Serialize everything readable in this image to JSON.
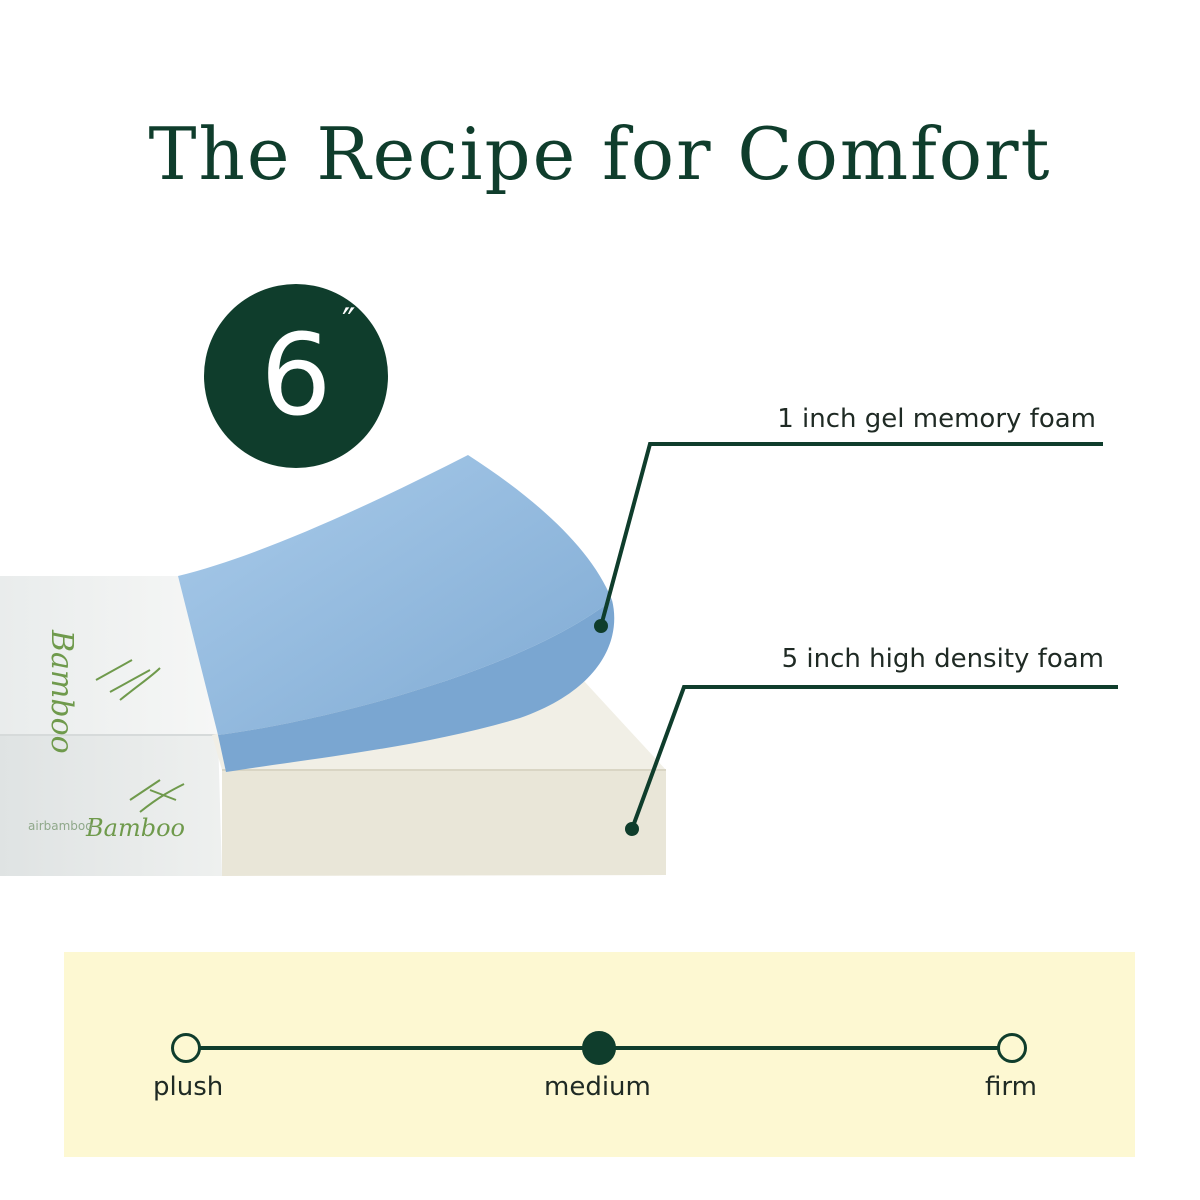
{
  "heading": "The Recipe for Comfort",
  "thickness_badge": {
    "number": "6",
    "unit_mark": "″"
  },
  "layers": [
    {
      "label": "1 inch gel memory foam"
    },
    {
      "label": "5 inch high density foam"
    }
  ],
  "cover_text": {
    "brand": "Bamboo",
    "small": "airbamboo"
  },
  "firmness_scale": {
    "points": [
      "plush",
      "medium",
      "firm"
    ],
    "selected": "medium"
  },
  "colors": {
    "brand_green": "#0f3d2c",
    "gel_foam": "#8fb9de",
    "base_foam": "#ece9dc",
    "scale_panel": "#fdf8d2"
  }
}
